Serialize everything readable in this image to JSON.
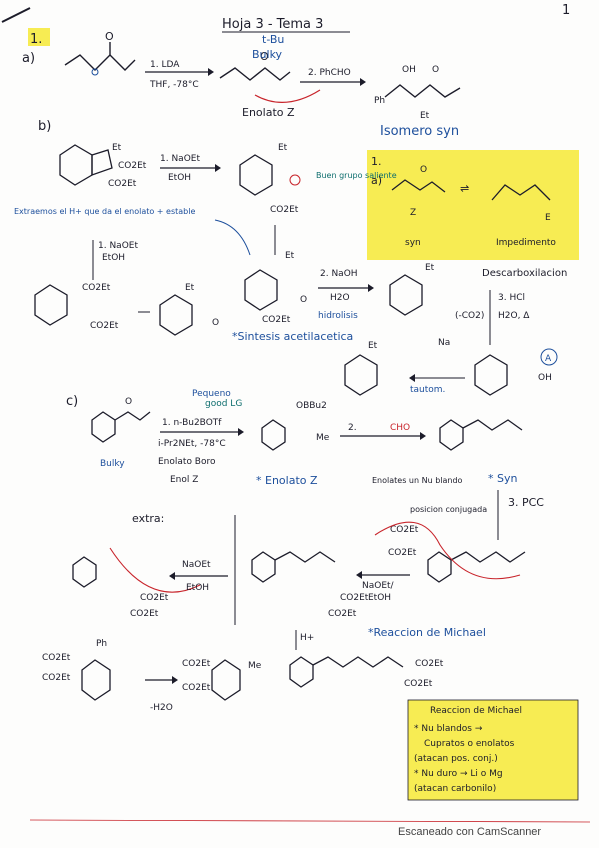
{
  "header": {
    "page_number": "1",
    "title": "Hoja 3 - Tema 3",
    "section": "1."
  },
  "part_a": {
    "label": "a)",
    "reagents_1": "1. LDA",
    "reagents_1b": "THF, -78°C",
    "reagents_2": "2. PhCHO",
    "note_tbu": "t-Bu",
    "note_bulky": "Bulky",
    "enolate_label": "Enolato Z",
    "product_label": "Isomero syn",
    "product_oh": "OH",
    "product_o": "O",
    "product_ph": "Ph",
    "product_et": "Et"
  },
  "part_b": {
    "label": "b)",
    "reagents_1": "1. NaOEt",
    "reagents_1b": "EtOH",
    "note_buen_grupo": "Buen grupo saliente",
    "note_extraemos": "Extraemos el H+ que da el enolato + estable",
    "reagents_alt": "1. NaOEt",
    "reagents_alt_b": "EtOH",
    "reagents_2": "2. NaOH",
    "reagents_2b": "H2O",
    "hidrolisis": "hidrolisis",
    "sintesis": "*Sintesis acetilacetica",
    "descarboxilacion": "Descarboxilacion",
    "reagents_3": "3. HCl",
    "reagents_3b": "(-CO2)",
    "reagents_3c": "H2O, Δ",
    "tautom": "tautom.",
    "circled_a": "A",
    "co2et": "CO2Et",
    "et": "Et",
    "oh": "OH",
    "na": "Na"
  },
  "yellow_box": {
    "label": "1.",
    "sub": "a)",
    "z_label": "Z",
    "syn": "syn",
    "impedimento": "Impedimento",
    "e_label": "E"
  },
  "part_c": {
    "label": "c)",
    "pequeno": "Pequeno",
    "good_lg": "good LG",
    "reagents_1": "1. n-Bu2BOTf",
    "reagents_1b": "i-Pr2NEt, -78°C",
    "bulky": "Bulky",
    "enolato_boro": "Enolato Boro",
    "enol_z": "Enol Z",
    "enolato_z": "* Enolato Z",
    "obbu2": "OBBu2",
    "me": "Me",
    "step_2": "2.",
    "cho": "CHO",
    "syn": "* Syn",
    "enolates_nu": "Enolates un Nu blando",
    "posicion": "posicion conjugada",
    "pcc": "3. PCC",
    "extra": "extra:",
    "naoet": "NaOEt",
    "etoh": "EtOH",
    "naoet2": "NaOEt/",
    "etoh2": "EtOH",
    "michael": "*Reaccion de Michael",
    "h_plus": "H+",
    "minus_h2o": "-H2O",
    "co2et": "CO2Et",
    "ph": "Ph"
  },
  "michael_box": {
    "title": "Reaccion de Michael",
    "line1": "* Nu blandos →",
    "line2": "Cupratos o enolatos",
    "line3": "(atacan pos. conj.)",
    "line4": "* Nu duro → Li o Mg",
    "line5": "(atacan carbonilo)"
  },
  "footer": {
    "scanner": "Escaneado con CamScanner"
  }
}
